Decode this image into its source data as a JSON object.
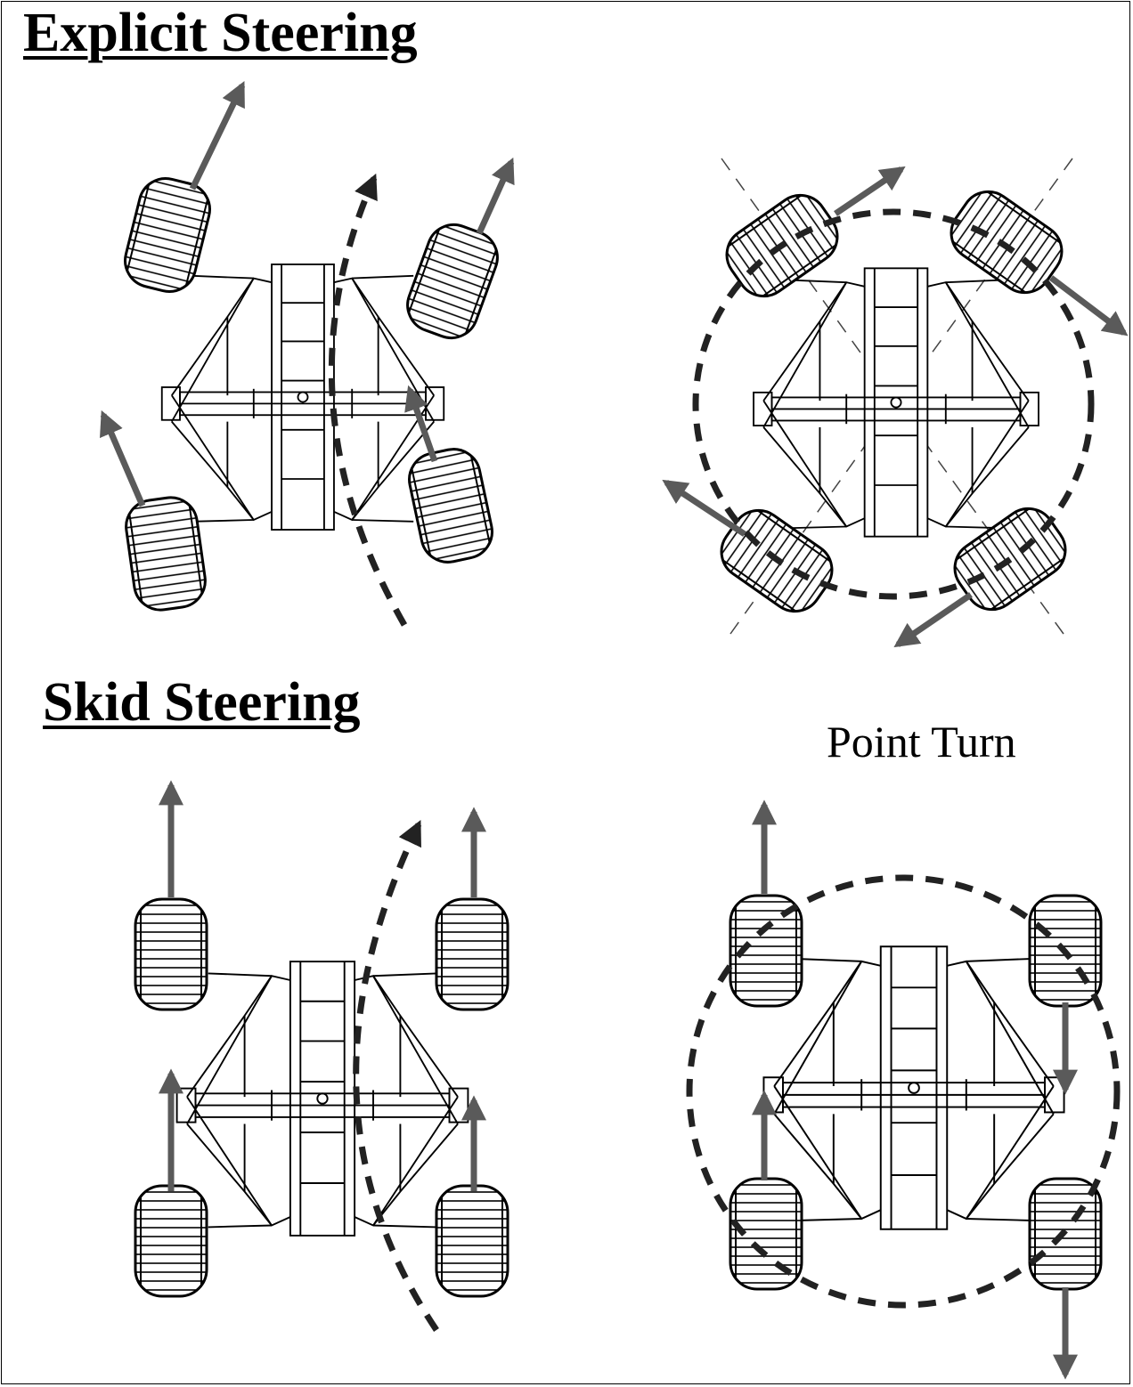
{
  "headings": {
    "explicit": "Explicit Steering",
    "skid": "Skid Steering"
  },
  "captions": {
    "point_turn": "Point Turn"
  },
  "colors": {
    "arrow": "#5a5a5a",
    "path": "#222222",
    "outline": "#000000"
  },
  "panels": [
    {
      "id": "explicit-curve",
      "steering": "explicit",
      "maneuver": "curved turn"
    },
    {
      "id": "explicit-point",
      "steering": "explicit",
      "maneuver": "point turn"
    },
    {
      "id": "skid-curve",
      "steering": "skid",
      "maneuver": "curved turn"
    },
    {
      "id": "skid-point",
      "steering": "skid",
      "maneuver": "point turn"
    }
  ]
}
